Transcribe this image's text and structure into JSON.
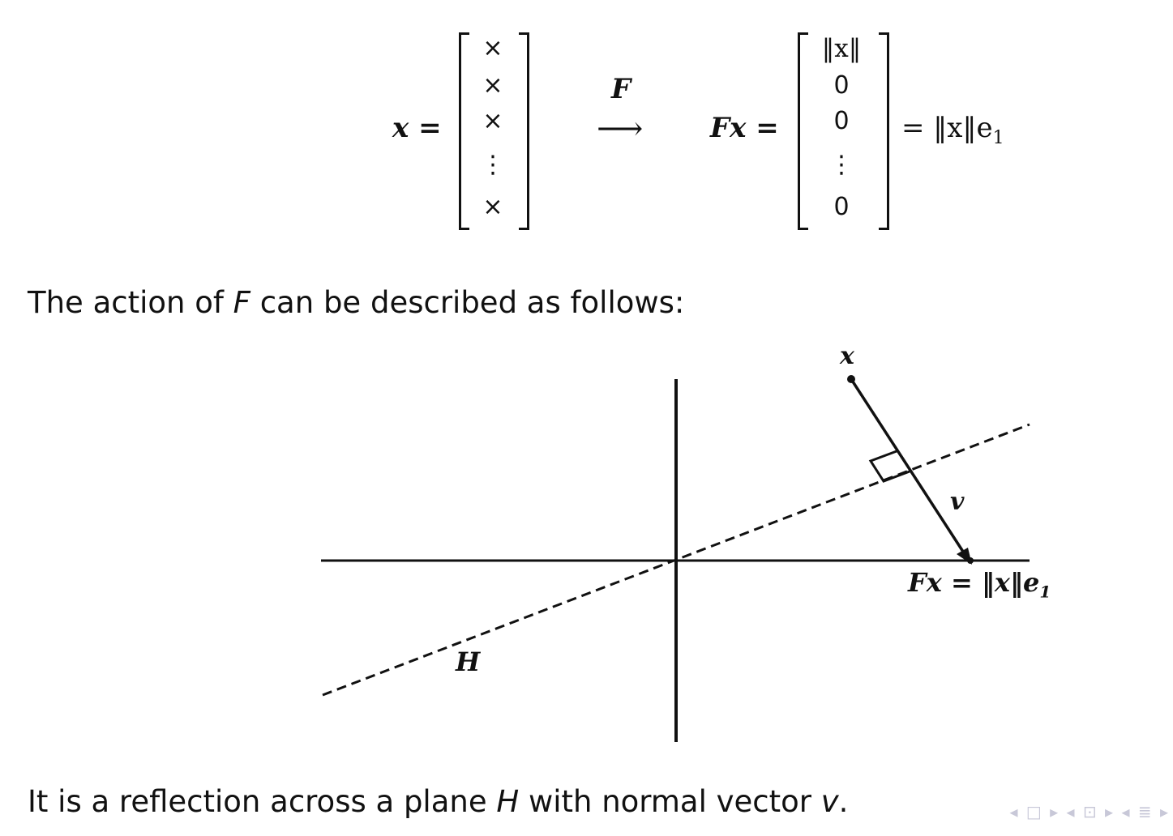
{
  "equation": {
    "x_lhs": "x =",
    "x_vector": [
      "×",
      "×",
      "×",
      "⋮",
      "×"
    ],
    "arrow_label": "F",
    "arrow": "⟶",
    "fx_lhs": "Fx =",
    "fx_vector": [
      "‖x‖",
      "0",
      "0",
      "⋮",
      "0"
    ],
    "rhs": "= ‖x‖e",
    "rhs_sub": "1"
  },
  "sentence_1": {
    "before": "The action of ",
    "var": "F",
    "after": " can be described as follows:"
  },
  "diagram": {
    "label_x": "x",
    "label_v": "v",
    "label_H": "H",
    "label_fx": "Fx = ‖x‖e",
    "label_fx_sub": "1"
  },
  "sentence_2": {
    "before": "It is a reflection across a plane ",
    "var_H": "H",
    "middle": " with normal vector ",
    "var_v": "v",
    "after": "."
  },
  "nav": {
    "symbols": "◂ □ ▸  ◂ ⊡ ▸  ◂ ≣ ▸"
  }
}
